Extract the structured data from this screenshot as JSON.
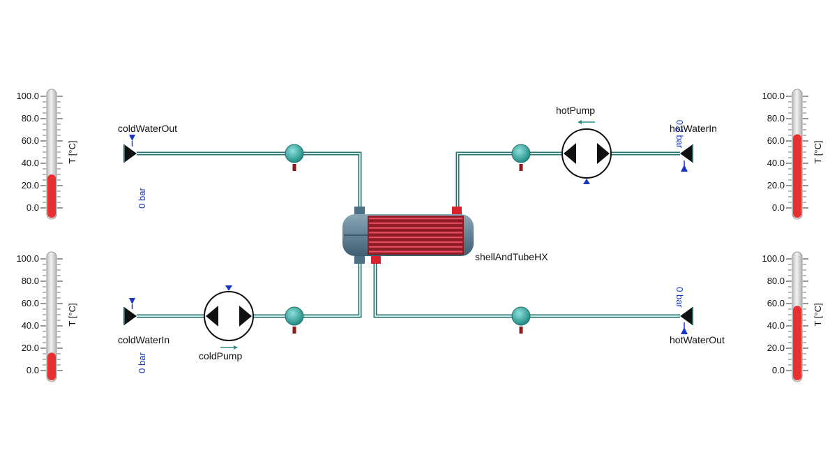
{
  "gauges": [
    {
      "id": "gauge-cold-out",
      "unit": "T [°C]",
      "ticks": [
        "100.0",
        "80.0",
        "60.0",
        "40.0",
        "20.0",
        "0.0"
      ],
      "value": 30,
      "min": 0,
      "max": 100
    },
    {
      "id": "gauge-hot-in",
      "unit": "T [°C]",
      "ticks": [
        "100.0",
        "80.0",
        "60.0",
        "40.0",
        "20.0",
        "0.0"
      ],
      "value": 66,
      "min": 0,
      "max": 100
    },
    {
      "id": "gauge-cold-in",
      "unit": "T [°C]",
      "ticks": [
        "100.0",
        "80.0",
        "60.0",
        "40.0",
        "20.0",
        "0.0"
      ],
      "value": 16,
      "min": 0,
      "max": 100
    },
    {
      "id": "gauge-hot-out",
      "unit": "T [°C]",
      "ticks": [
        "100.0",
        "80.0",
        "60.0",
        "40.0",
        "20.0",
        "0.0"
      ],
      "value": 58,
      "min": 0,
      "max": 100
    }
  ],
  "labels": {
    "cold_water_out": "coldWaterOut",
    "hot_water_in": "hotWaterIn",
    "cold_water_in": "coldWaterIn",
    "hot_water_out": "hotWaterOut",
    "hot_pump": "hotPump",
    "cold_pump": "coldPump",
    "heat_exchanger": "shellAndTubeHX"
  },
  "pressures": {
    "cold_water_out": "0 bar",
    "hot_water_in": "0.2 bar",
    "cold_water_in": "0 bar",
    "hot_water_out": "0 bar"
  },
  "colors": {
    "pipe": "#2d6e6a",
    "sensor": "#3aa8a0",
    "level": "#e83030",
    "pump_arrow": "#1a35c8"
  }
}
